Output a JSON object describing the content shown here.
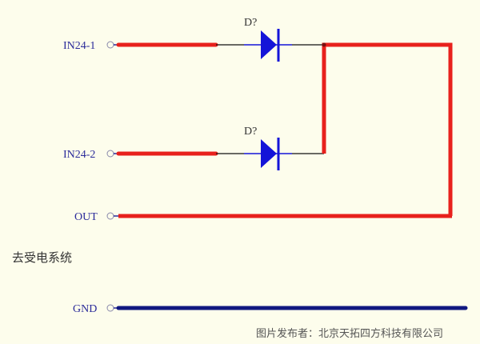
{
  "ports": [
    {
      "id": "in1",
      "label": "IN24-1"
    },
    {
      "id": "in2",
      "label": "IN24-2"
    },
    {
      "id": "out",
      "label": "OUT"
    },
    {
      "id": "gnd",
      "label": "GND"
    }
  ],
  "diodes": [
    {
      "label": "D?"
    },
    {
      "label": "D?"
    }
  ],
  "note": "去受电系统",
  "footer": "图片发布者：北京天拓四方科技有限公司",
  "colors": {
    "power": "#e8211c",
    "diode": "#1414d8",
    "ground": "#101880",
    "wire": "#111111",
    "label": "#2b2b9a"
  }
}
